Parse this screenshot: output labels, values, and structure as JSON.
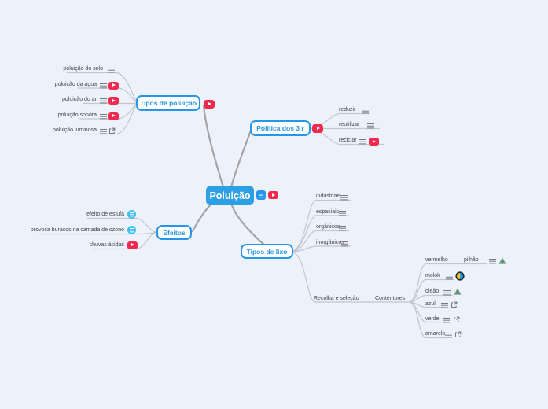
{
  "mindmap": {
    "root": {
      "label": "Poluição",
      "icons": [
        "notes-icon",
        "youtube-icon"
      ]
    },
    "tipos_poluicao": {
      "label": "Tipos de poluição",
      "icons": [
        "youtube-icon"
      ],
      "children": [
        {
          "label": "poluição do solo",
          "icons": [
            "menu-icon"
          ]
        },
        {
          "label": "poluição da água",
          "icons": [
            "menu-icon",
            "youtube-icon"
          ]
        },
        {
          "label": "poluição do ar",
          "icons": [
            "menu-icon",
            "youtube-icon"
          ]
        },
        {
          "label": "poluição sonora",
          "icons": [
            "menu-icon",
            "youtube-icon"
          ]
        },
        {
          "label": "poluição luminosa",
          "icons": [
            "menu-icon",
            "external-link-icon"
          ]
        }
      ]
    },
    "politica_3r": {
      "label": "Política dos 3 r",
      "icons": [
        "youtube-icon"
      ],
      "children": [
        {
          "label": "reduzir",
          "icons": [
            "menu-icon"
          ]
        },
        {
          "label": "reutilizar",
          "icons": [
            "menu-icon"
          ]
        },
        {
          "label": "reciclar",
          "icons": [
            "menu-icon",
            "youtube-icon"
          ]
        }
      ]
    },
    "efeitos": {
      "label": "Efeitos",
      "children": [
        {
          "label": "efeito de estufa",
          "icons": [
            "note-circle-icon"
          ]
        },
        {
          "label": "provoca buracos na camada de ozono",
          "icons": [
            "note-circle-icon"
          ]
        },
        {
          "label": "chuvas ácidas",
          "icons": [
            "youtube-icon"
          ]
        }
      ]
    },
    "tipos_lixo": {
      "label": "Tipos de lixo",
      "children": [
        {
          "label": "industriais",
          "icons": [
            "menu-icon"
          ]
        },
        {
          "label": "espaciais",
          "icons": [
            "menu-icon"
          ]
        },
        {
          "label": "orgânicos",
          "icons": [
            "menu-icon"
          ]
        },
        {
          "label": "inorgânicos",
          "icons": [
            "menu-icon"
          ]
        }
      ],
      "recolha": {
        "label": "Recolha e seleção"
      },
      "contentores": {
        "label": "Contentores",
        "children": [
          {
            "label": "vermelho",
            "child": {
              "label": "pilhão",
              "icons": [
                "menu-icon",
                "drive-icon"
              ]
            }
          },
          {
            "label": "molok",
            "icons": [
              "menu-icon",
              "molok-image-icon"
            ]
          },
          {
            "label": "oleão",
            "icons": [
              "menu-icon",
              "drive-icon"
            ]
          },
          {
            "label": "azul",
            "icons": [
              "menu-icon",
              "external-link-icon"
            ]
          },
          {
            "label": "verde",
            "icons": [
              "menu-icon",
              "external-link-icon"
            ]
          },
          {
            "label": "amarelo",
            "icons": [
              "menu-icon",
              "external-link-icon"
            ]
          }
        ]
      }
    },
    "colors": {
      "background": "#edf1f9",
      "accent_blue": "#2596e8",
      "root_fill": "#2d9fe4",
      "youtube_red": "#f02a4e",
      "note_blue": "#3fc1f0",
      "branch_gray": "#a3a4a7",
      "wire_gray": "#c3c6cb"
    }
  }
}
